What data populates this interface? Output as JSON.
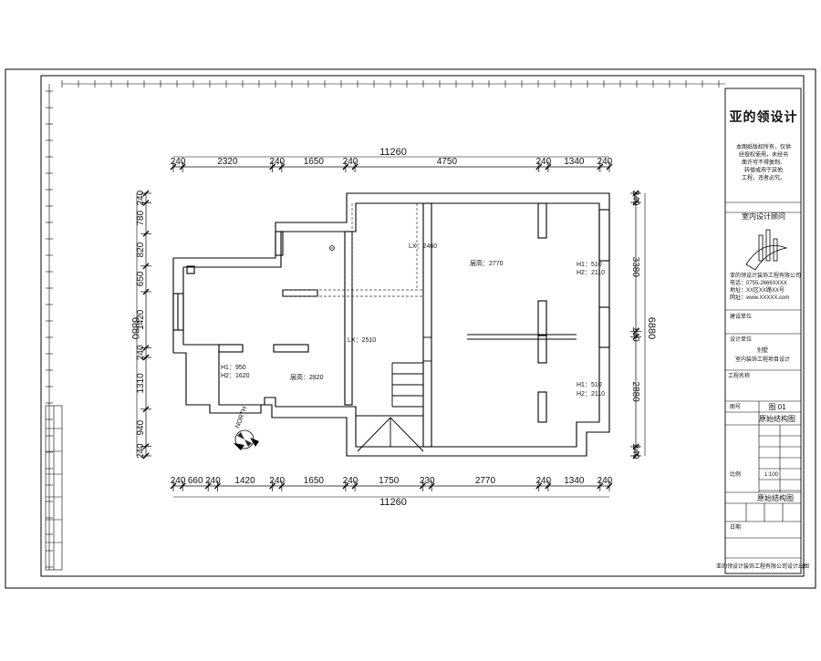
{
  "drawing": {
    "dims_top": [
      "240",
      "2320",
      "240",
      "1650",
      "240",
      "4750",
      "240",
      "1340",
      "240"
    ],
    "dims_bottom": [
      "240",
      "660",
      "240",
      "1420",
      "240",
      "1650",
      "240",
      "1750",
      "230",
      "2770",
      "240",
      "1340",
      "240"
    ],
    "total_top": "11260",
    "total_bottom": "11260",
    "dims_left": [
      "240",
      "780",
      "820",
      "650",
      "1420",
      "240",
      "1310",
      "940",
      "240"
    ],
    "total_left": "6880",
    "dims_right": [
      "240",
      "3380",
      "140",
      "2880",
      "240"
    ],
    "total_right": "6880",
    "annotations": {
      "lx_upper": "LX：2460",
      "lx_lower": "LX：2510",
      "ceiling_main": "层高：2770",
      "ceiling_left": "层高：2820",
      "win_left_h1": "H1：950",
      "win_left_h2": "H2：1620",
      "win_right_top_h1": "H1：510",
      "win_right_top_h2": "H2：2110",
      "win_right_bot_h1": "H1：510",
      "win_right_bot_h2": "H2：2110",
      "north": "NORTH"
    }
  },
  "title_block": {
    "logo": "亚的领设计",
    "notes": [
      "本图纸版权所有，仅供",
      "经授权使用，未经书",
      "面许可不得复制、",
      "转借或用于其他",
      "工程，违者必究。"
    ],
    "consultant": "室内设计顾问",
    "consultant_lines": [
      "亚的领设计装饰工程有限公司",
      "电话：0755-2666XXXX",
      "地址：XX区XX路XX号",
      "网址：www.XXXXX.com"
    ],
    "owner_label": "建设单位",
    "designer_label": "设计单位",
    "project_label": "工程名称",
    "project_lines": [
      "别墅",
      "室内装饰工程项目设计"
    ],
    "drawing_no_label": "图号",
    "drawing_no": "图 01",
    "sheet_title": "原始结构图",
    "drawing_name": "原始结构图",
    "scale_label": "比例",
    "scale": "1:100",
    "date_label": "日期",
    "footer": "亚的领设计装饰工程有限公司设计出图"
  }
}
